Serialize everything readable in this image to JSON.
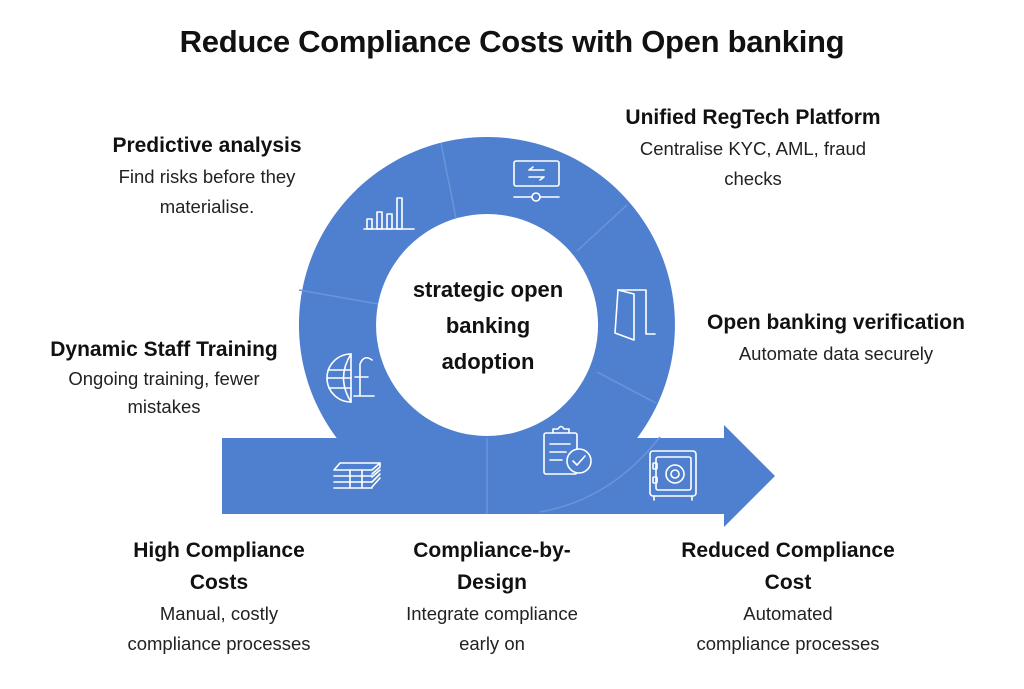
{
  "title": "Reduce Compliance Costs with Open banking",
  "center": {
    "lines": [
      "strategic open",
      "banking",
      "adoption"
    ]
  },
  "colors": {
    "accent": "#4f7fcf",
    "divider": "#6a95dd",
    "icon": "#ffffff",
    "text": "#111111"
  },
  "cycle_steps": [
    {
      "id": "predictive",
      "heading": "Predictive analysis",
      "desc_lines": [
        "Find risks before they",
        "materialise."
      ],
      "icon": "bar-chart-icon"
    },
    {
      "id": "regtech",
      "heading": "Unified RegTech Platform",
      "desc_lines": [
        "Centralise KYC, AML, fraud",
        "checks"
      ],
      "icon": "monitor-transfer-icon"
    },
    {
      "id": "verification",
      "heading": "Open banking verification",
      "desc_lines": [
        "Automate data securely"
      ],
      "icon": "door-icon"
    },
    {
      "id": "training",
      "heading": "Dynamic Staff Training",
      "desc_lines": [
        "Ongoing training, fewer",
        "mistakes"
      ],
      "icon": "globe-pound-icon"
    }
  ],
  "arrow_steps": [
    {
      "id": "high-costs",
      "heading_lines": [
        "High Compliance",
        "Costs"
      ],
      "desc_lines": [
        "Manual, costly",
        "compliance processes"
      ],
      "icon": "money-stack-icon"
    },
    {
      "id": "by-design",
      "heading_lines": [
        "Compliance-by-",
        "Design"
      ],
      "desc_lines": [
        "Integrate compliance",
        "early on"
      ],
      "icon": "clipboard-check-icon"
    },
    {
      "id": "reduced",
      "heading_lines": [
        "Reduced Compliance",
        "Cost"
      ],
      "desc_lines": [
        "Automated",
        "compliance processes"
      ],
      "icon": "safe-icon"
    }
  ]
}
